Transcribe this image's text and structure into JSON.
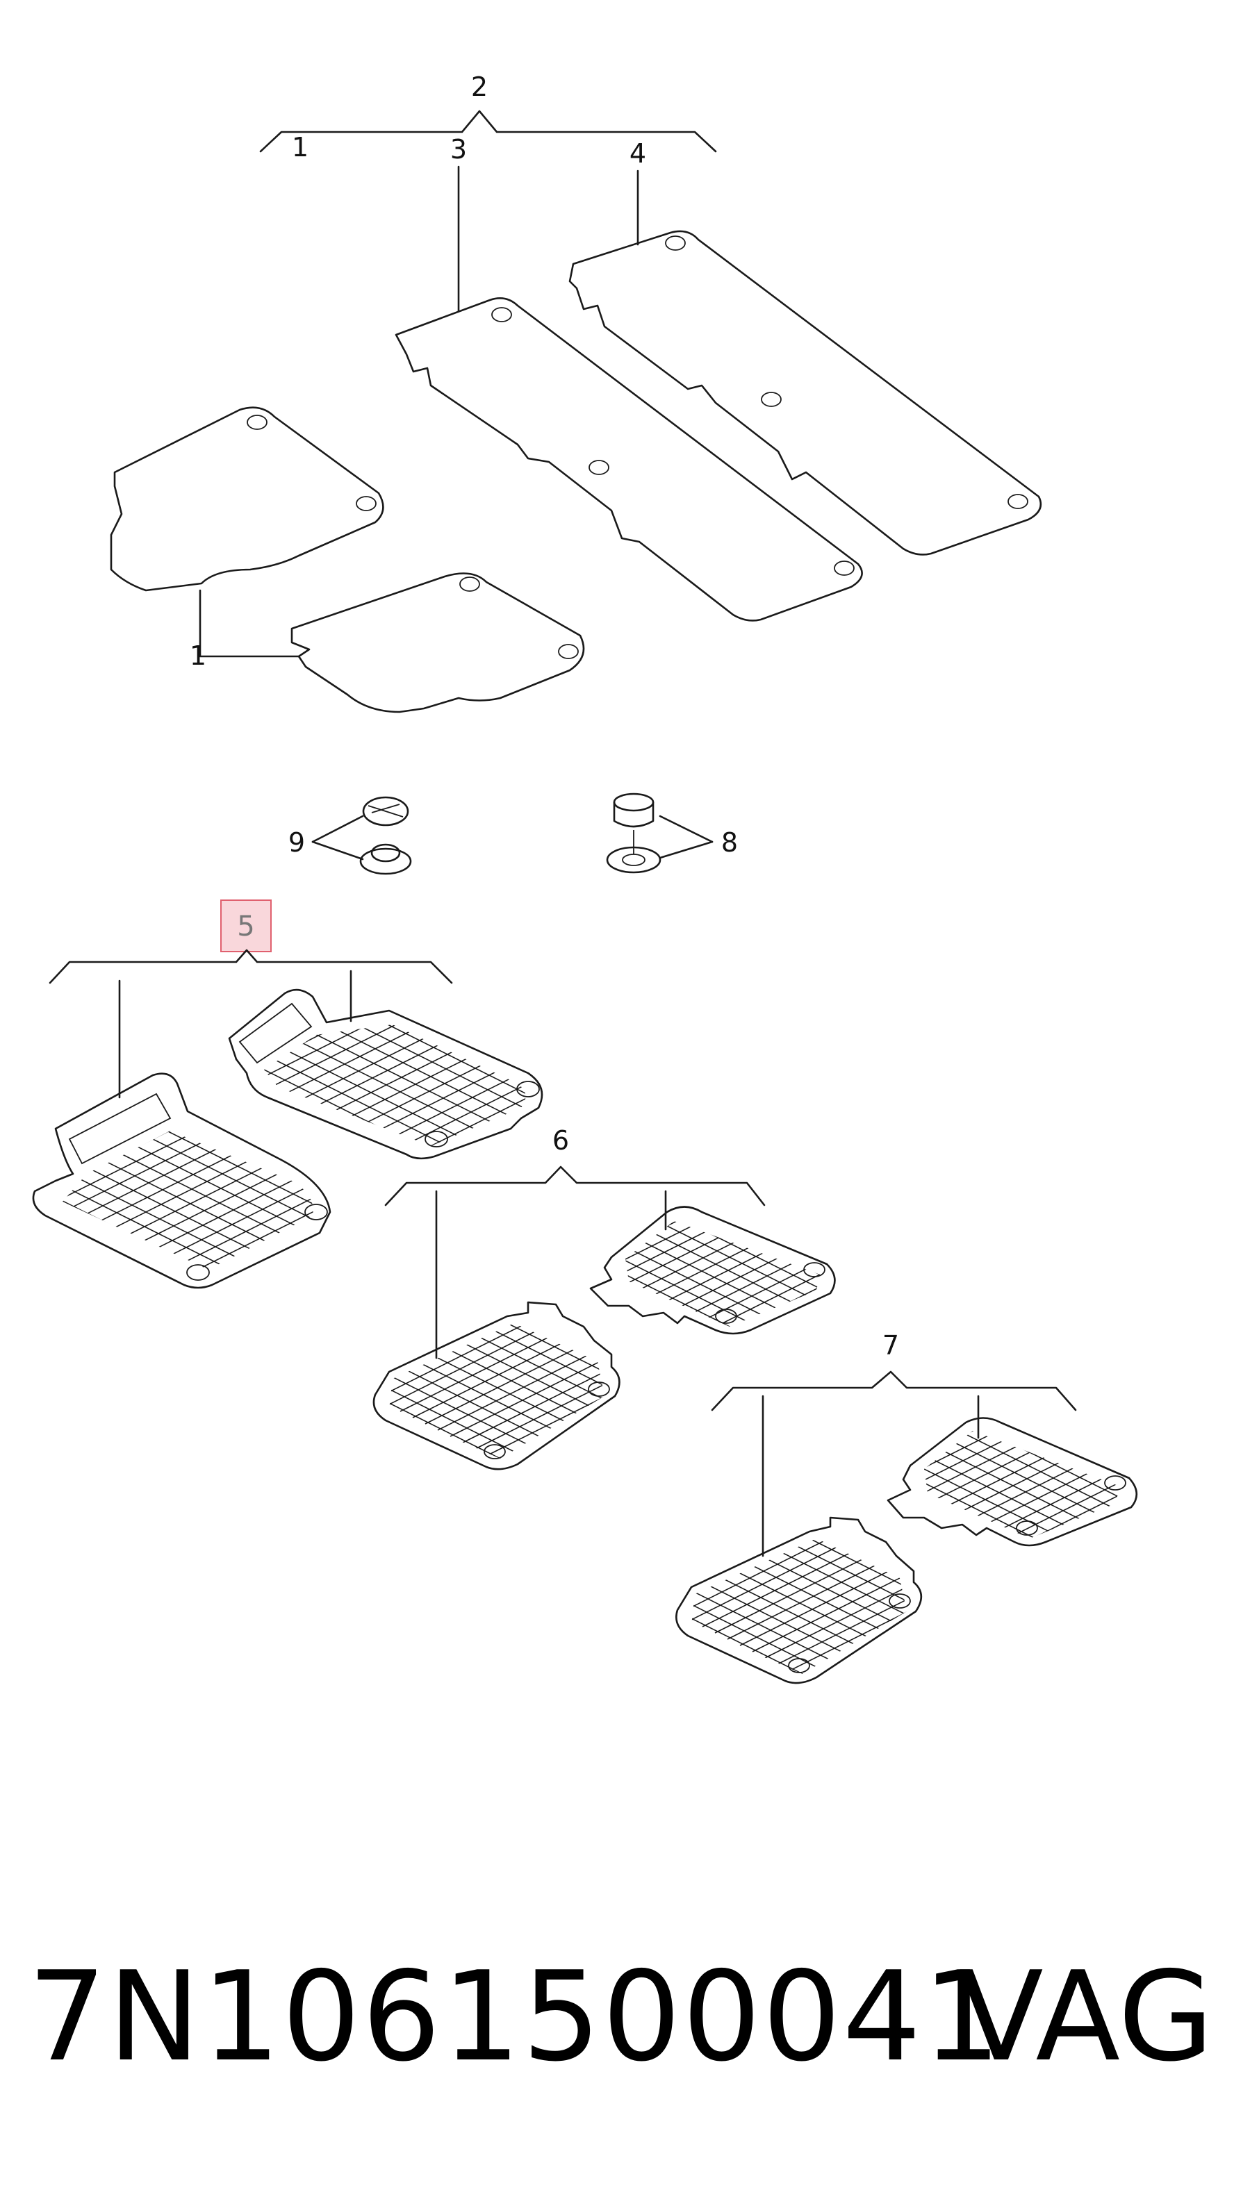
{
  "diagram": {
    "callouts": {
      "c2": "2",
      "c1a": "1",
      "c3": "3",
      "c4": "4",
      "c1b": "1",
      "c9": "9",
      "c8": "8",
      "c5": "5",
      "c6": "6",
      "c7": "7"
    },
    "highlighted_callout": "5",
    "colors": {
      "line": "#1a1a1a",
      "highlight_fill": "#f7c6cc",
      "highlight_border": "#e0606e"
    }
  },
  "footer": {
    "part_number": "7N1061500041",
    "brand": "VAG"
  }
}
